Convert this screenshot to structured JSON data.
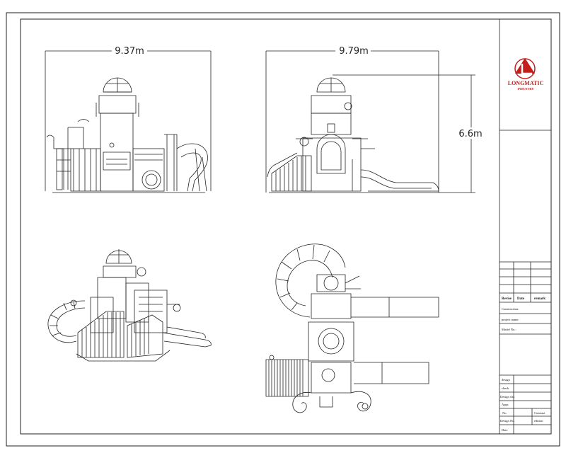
{
  "drawing": {
    "views": {
      "front": {
        "dim_width": "9.37m"
      },
      "side": {
        "dim_width": "9.79m",
        "dim_height": "6.6m"
      },
      "isometric": {},
      "plan": {}
    }
  },
  "title_block": {
    "logo": {
      "name": "LONGMATIC",
      "sub": "INDUSTRY",
      "brand_color": "#c41e1a"
    },
    "revision_headers": [
      "Revise",
      "Date",
      "remark"
    ],
    "construction_label": "Construction:",
    "project_label": "project name:",
    "model_label": "Model No.:",
    "rows": {
      "design": "design",
      "check": "check",
      "design_chk": "Design chk",
      "appr": "Appr.",
      "no": "No.",
      "contrast": "Contrast",
      "design_no": "Design No.",
      "edition": "edition",
      "date": "Date"
    }
  }
}
